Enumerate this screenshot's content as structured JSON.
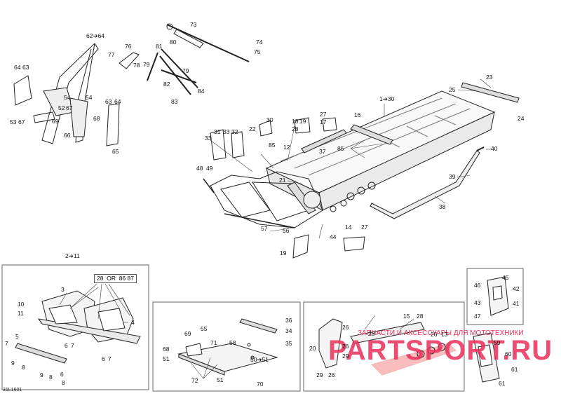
{
  "diagram_code": "31L1601",
  "watermark": {
    "line1": "ЗАПЧАСТИ И АКСЕССУАРЫ ДЛЯ МОТОТЕХНИКИ",
    "line2": "PARTSPORT.RU",
    "color": "#e8305a"
  },
  "insets": {
    "front_frame": {
      "header": "2➔11",
      "or_box": [
        "28",
        "OR",
        "86",
        "87"
      ]
    },
    "bottom_pan": {},
    "side_view": {},
    "bracket": {}
  },
  "labels": {
    "top_left": [
      "62➔64",
      "77",
      "76",
      "78",
      "64",
      "63",
      "54",
      "54",
      "52",
      "67",
      "53",
      "67",
      "69",
      "68",
      "66",
      "63",
      "64",
      "65"
    ],
    "top_mid": [
      "73",
      "74",
      "75",
      "80",
      "81",
      "79",
      "79",
      "82",
      "84",
      "83"
    ],
    "tunnel": [
      "1➔30",
      "23",
      "25",
      "24",
      "16",
      "18",
      "19",
      "28",
      "27",
      "17",
      "22",
      "30",
      "31",
      "33",
      "32",
      "33",
      "85",
      "12",
      "37",
      "85",
      "40",
      "39",
      "38",
      "21",
      "48",
      "49",
      "57",
      "56",
      "44",
      "14",
      "27",
      "19"
    ],
    "front_frame": [
      "3",
      "10",
      "11",
      "4",
      "5",
      "7",
      "9",
      "8",
      "6",
      "7",
      "6",
      "7",
      "9",
      "8",
      "6",
      "8"
    ],
    "bottom_pan": [
      "36",
      "34",
      "35",
      "69",
      "55",
      "71",
      "58",
      "68",
      "51",
      "50➔51",
      "72",
      "51",
      "70"
    ],
    "side_view": [
      "26",
      "28",
      "15",
      "28",
      "20",
      "26",
      "29",
      "26",
      "13",
      "29",
      "26"
    ],
    "bracket": [
      "45",
      "46",
      "42",
      "43",
      "41",
      "47",
      "59",
      "60",
      "61",
      "61"
    ]
  }
}
